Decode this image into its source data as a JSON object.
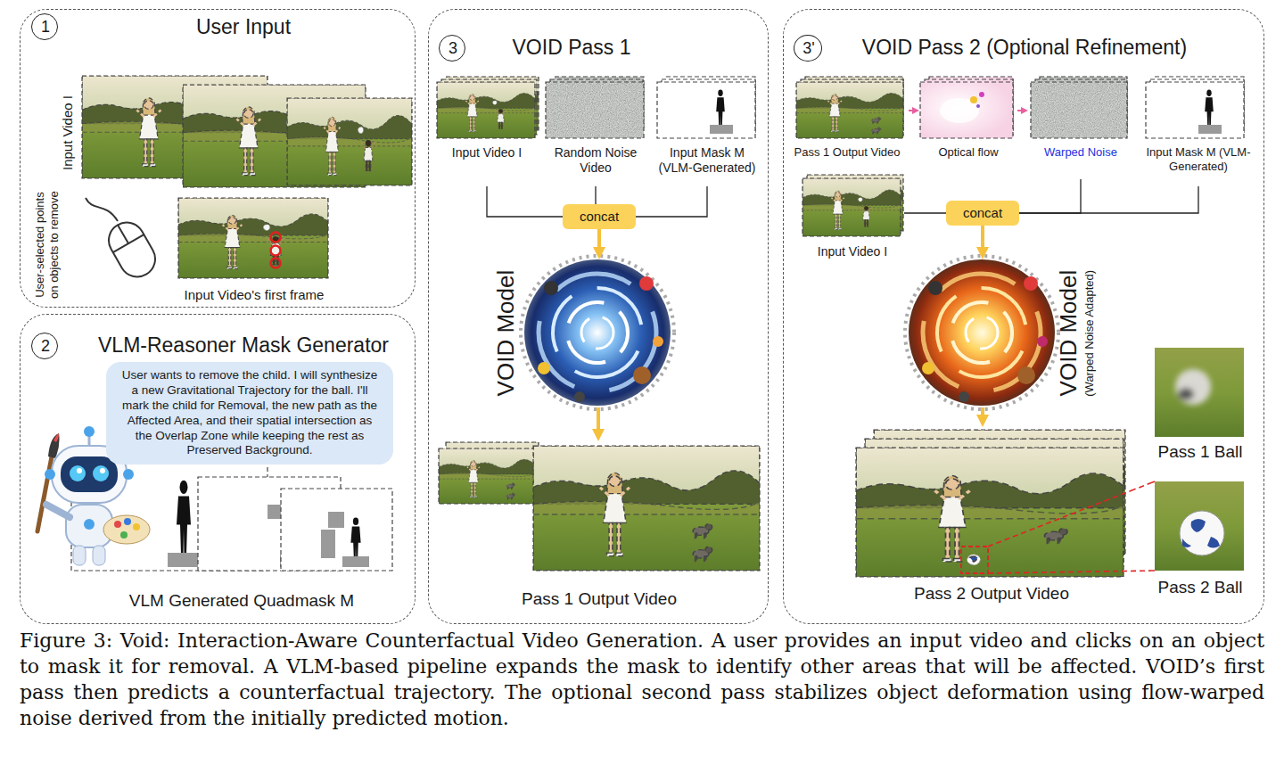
{
  "diagram": {
    "caption": "Figure 3: Void: Interaction-Aware Counterfactual Video Generation. A user provides an input video and clicks on an object to mask it for removal. A VLM-based pipeline expands the mask to identify other areas that will be affected. VOID’s first pass then predicts a counterfactual trajectory. The optional second pass stabilizes object deformation using flow-warped noise derived from the initially predicted motion.",
    "nodes": [
      {
        "text": [
          "User Input"
        ]
      },
      {
        "text": [
          "1"
        ],
        "in": 0
      },
      {
        "text": [
          "Input Video I"
        ],
        "in": 0
      },
      {
        "text": [
          "Input Video's first frame"
        ],
        "in": 0
      },
      {
        "text": [
          "VLM-Reasoner Mask Generator"
        ]
      },
      {
        "text": [
          "2"
        ],
        "in": 4
      },
      {
        "text": [
          "User wants to remove the child. I will synthesize a new Gravitational Trajectory for the ball. I'll mark the child for Removal, the new path as the Affected Area, and their spatial intersection as the Overlap Zone while keeping the rest as Preserved Background."
        ],
        "in": 4
      },
      {
        "text": [
          "VLM Generated Quadmask M"
        ],
        "in": 4
      },
      {
        "text": [
          "VOID Pass 1"
        ]
      },
      {
        "text": [
          "3"
        ],
        "in": 8
      },
      {
        "text": [
          "Input Video I"
        ],
        "in": 8
      },
      {
        "text": [
          "Random Noise Video"
        ],
        "in": 8
      },
      {
        "text": [
          "Input Mask M (VLM-Generated)"
        ],
        "in": 8
      },
      {
        "text": [
          "concat"
        ],
        "in": 8
      },
      {
        "text": [
          "VOID Model"
        ],
        "in": 8
      },
      {
        "text": [
          "Pass 1 Output Video"
        ],
        "in": 8
      },
      {
        "text": [
          "VOID Pass 2 (Optional Refinement)"
        ]
      },
      {
        "text": [
          "3'"
        ],
        "in": 16
      },
      {
        "text": [
          "Pass 1 Output Video"
        ],
        "in": 16
      },
      {
        "text": [
          "Optical flow"
        ],
        "in": 16
      },
      {
        "text": [
          "Warped Noise"
        ],
        "in": 16
      },
      {
        "text": [
          "Input Mask M (VLM-Generated)"
        ],
        "in": 16
      },
      {
        "text": [
          "Input Video I"
        ],
        "in": 16
      },
      {
        "text": [
          "concat"
        ],
        "in": 16
      },
      {
        "text": [
          "VOID Model",
          "(Warped Noise Adapted)"
        ],
        "in": 16
      },
      {
        "text": [
          "Pass 2 Output Video"
        ],
        "in": 16
      },
      {
        "text": [
          "Pass 1 Ball"
        ],
        "in": 16
      },
      {
        "text": [
          "Pass 2 Ball"
        ],
        "in": 16
      }
    ],
    "edges": [
      {
        "from": 10,
        "to": 13,
        "arrow": "none"
      },
      {
        "from": 11,
        "to": 13,
        "arrow": "none"
      },
      {
        "from": 12,
        "to": 13,
        "arrow": "none"
      },
      {
        "from": 13,
        "to": 14,
        "arrow": "to"
      },
      {
        "from": 14,
        "to": 15,
        "arrow": "to"
      },
      {
        "from": 18,
        "to": 19,
        "arrow": "to"
      },
      {
        "from": 19,
        "to": 20,
        "arrow": "to"
      },
      {
        "from": 22,
        "to": 23,
        "arrow": "none"
      },
      {
        "from": 20,
        "to": 23,
        "arrow": "none"
      },
      {
        "from": 21,
        "to": 23,
        "arrow": "none"
      },
      {
        "from": 23,
        "to": 24,
        "arrow": "to"
      },
      {
        "from": 24,
        "to": 25,
        "arrow": "to"
      },
      {
        "from": 25,
        "to": 27,
        "arrow": "none"
      }
    ],
    "labels": [
      "User-selected points on objects to remove"
    ]
  }
}
